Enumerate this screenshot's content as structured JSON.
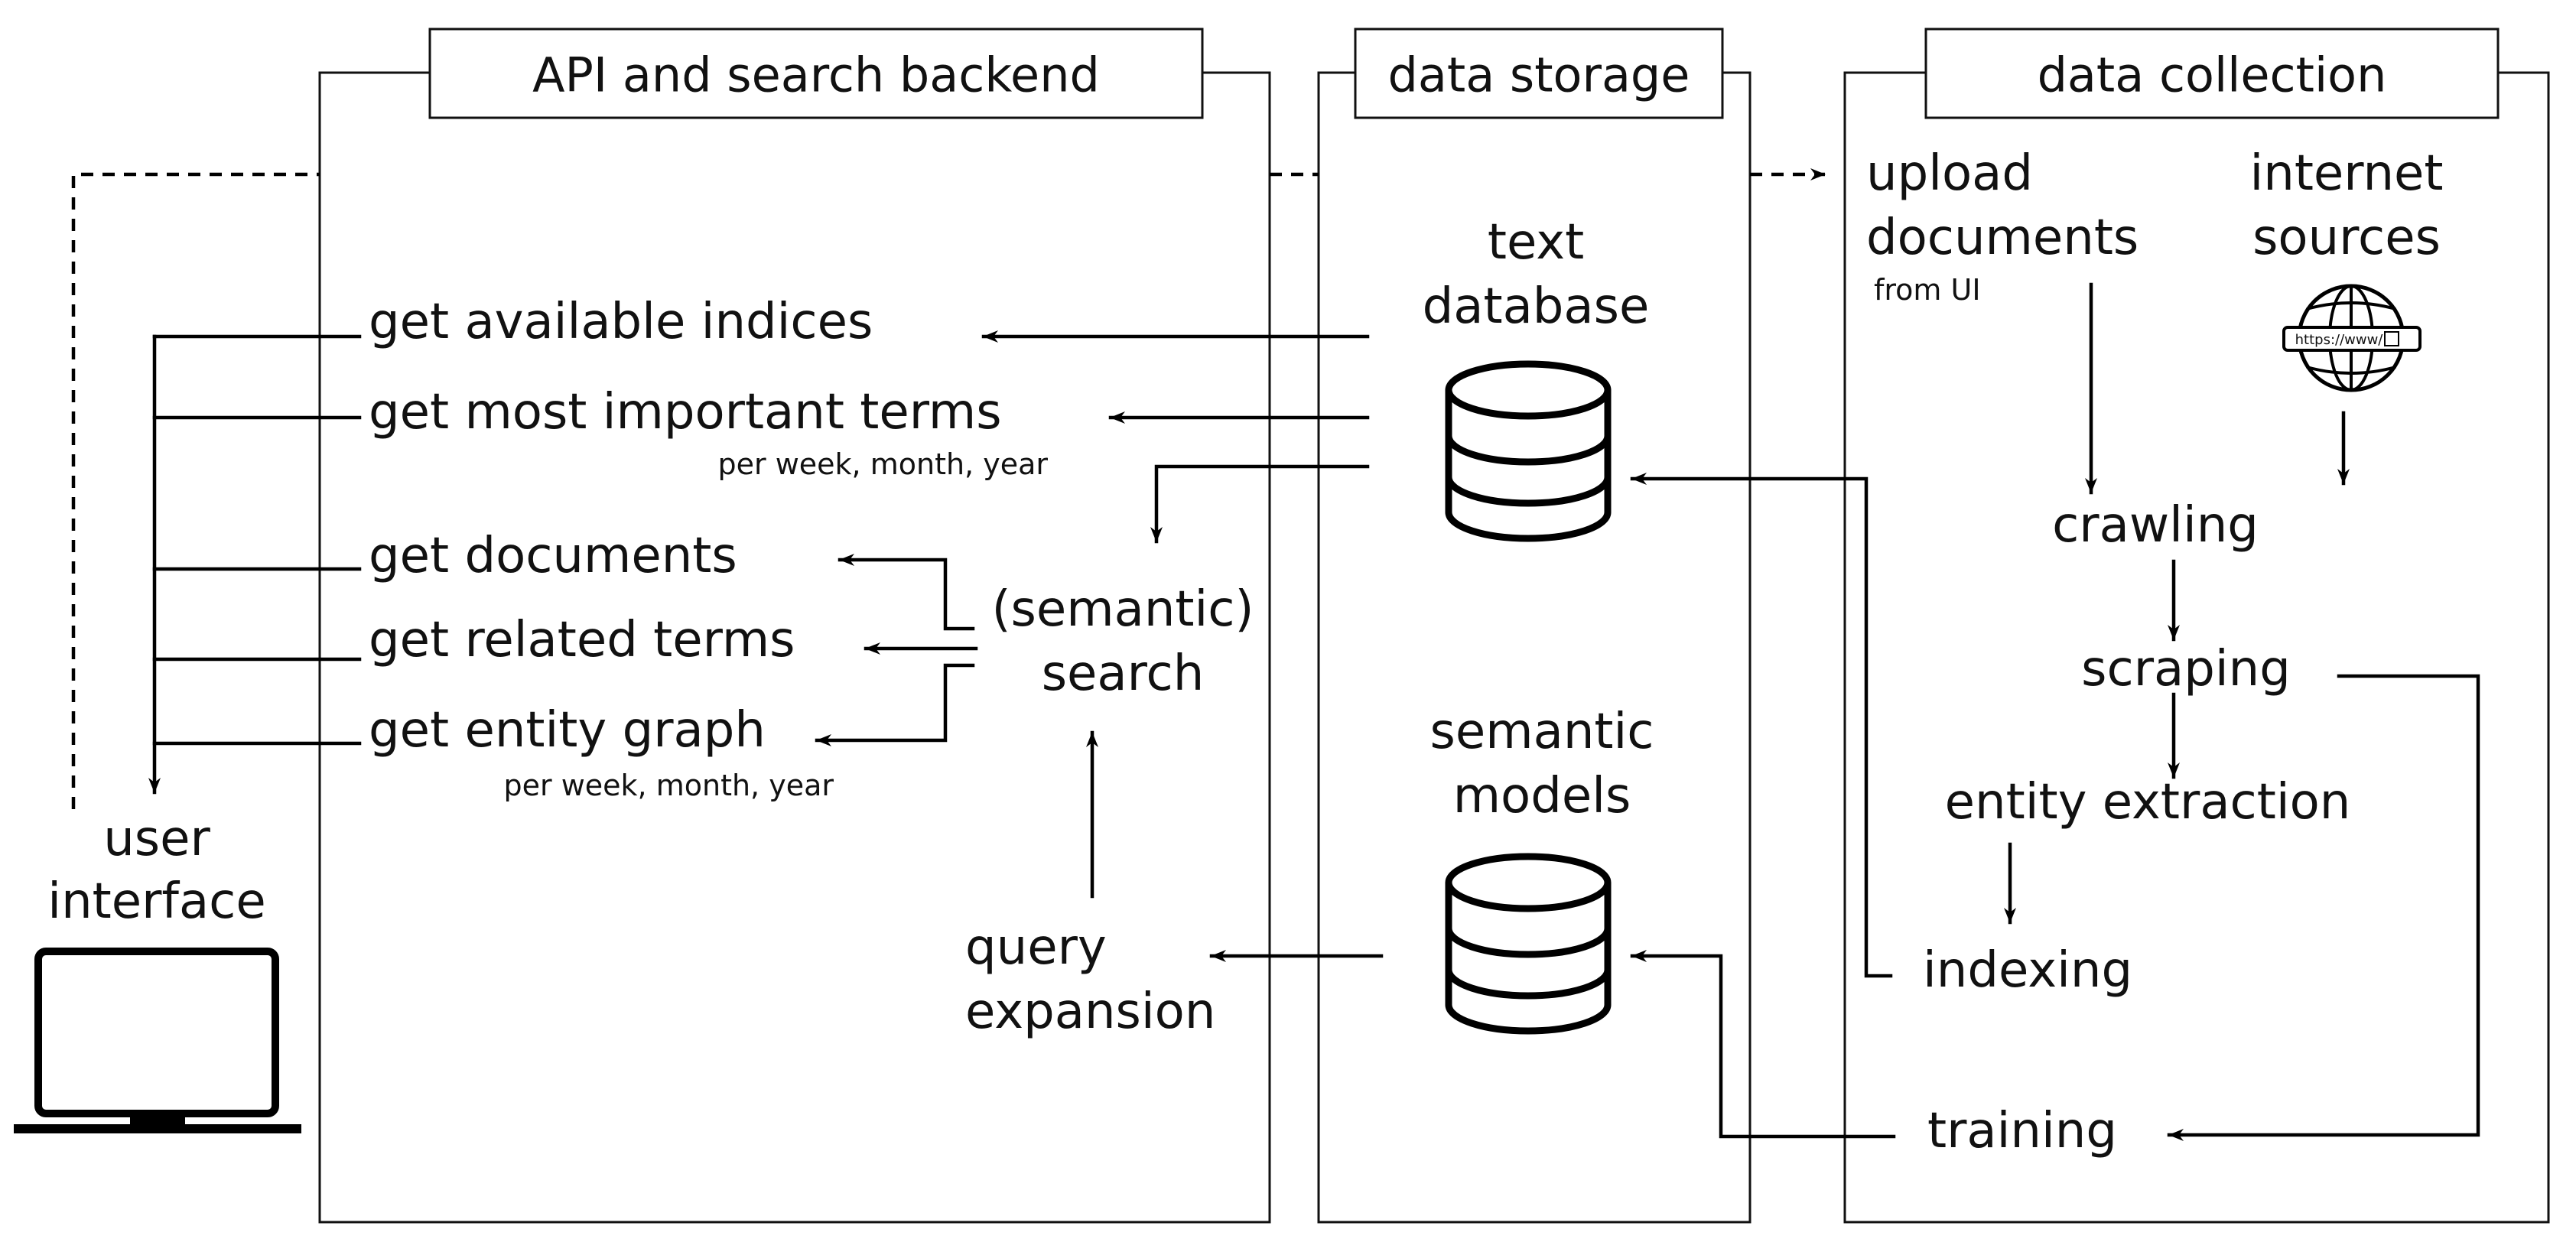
{
  "panels": {
    "api": {
      "title": "API and search backend"
    },
    "storage": {
      "title": "data storage"
    },
    "collection": {
      "title": "data collection"
    }
  },
  "user_interface": {
    "line1": "user",
    "line2": "interface"
  },
  "api_items": {
    "get_available_indices": "get available indices",
    "get_most_important_terms": "get most important terms",
    "terms_period": "per week, month, year",
    "get_documents": "get documents",
    "get_related_terms": "get related terms",
    "get_entity_graph": "get entity graph",
    "graph_period": "per week, month, year",
    "search_line1": "(semantic)",
    "search_line2": "search",
    "query_line1": "query",
    "query_line2": "expansion"
  },
  "storage_items": {
    "text_db_line1": "text",
    "text_db_line2": "database",
    "models_line1": "semantic",
    "models_line2": "models"
  },
  "collection_items": {
    "upload_line1": "upload",
    "upload_line2": "documents",
    "upload_note": "from UI",
    "internet_line1": "internet",
    "internet_line2": "sources",
    "url_text": "https://www/",
    "crawling": "crawling",
    "scraping": "scraping",
    "entity_extraction": "entity extraction",
    "indexing": "indexing",
    "training": "training"
  },
  "icons": [
    "laptop-icon",
    "database-icon",
    "globe-icon"
  ]
}
